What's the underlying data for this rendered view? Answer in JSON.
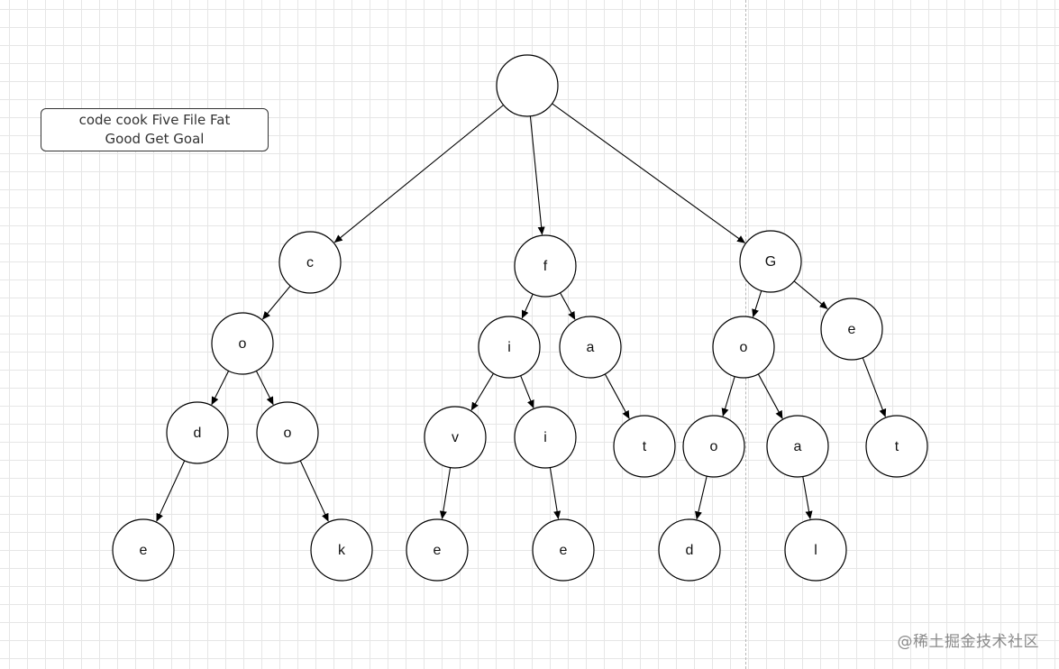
{
  "note": {
    "lines": [
      "code cook Five File Fat",
      "Good Get Goal"
    ]
  },
  "tree": {
    "nodes": [
      {
        "id": "root",
        "label": ""
      },
      {
        "id": "c",
        "label": "c"
      },
      {
        "id": "f",
        "label": "f"
      },
      {
        "id": "G",
        "label": "G"
      },
      {
        "id": "c-o",
        "label": "o"
      },
      {
        "id": "c-o-d",
        "label": "d"
      },
      {
        "id": "c-o-o",
        "label": "o"
      },
      {
        "id": "c-o-d-e",
        "label": "e"
      },
      {
        "id": "c-o-o-k",
        "label": "k"
      },
      {
        "id": "f-i",
        "label": "i"
      },
      {
        "id": "f-a",
        "label": "a"
      },
      {
        "id": "f-i-v",
        "label": "v"
      },
      {
        "id": "f-i-l",
        "label": "i"
      },
      {
        "id": "f-a-t",
        "label": "t"
      },
      {
        "id": "f-i-v-e",
        "label": "e"
      },
      {
        "id": "f-i-l-e",
        "label": "e"
      },
      {
        "id": "G-o",
        "label": "o"
      },
      {
        "id": "G-e",
        "label": "e"
      },
      {
        "id": "G-o-o",
        "label": "o"
      },
      {
        "id": "G-o-a",
        "label": "a"
      },
      {
        "id": "G-e-t",
        "label": "t"
      },
      {
        "id": "G-o-o-d",
        "label": "d"
      },
      {
        "id": "G-o-a-l",
        "label": "l"
      }
    ],
    "edges": [
      [
        "root",
        "c"
      ],
      [
        "root",
        "f"
      ],
      [
        "root",
        "G"
      ],
      [
        "c",
        "c-o"
      ],
      [
        "c-o",
        "c-o-d"
      ],
      [
        "c-o",
        "c-o-o"
      ],
      [
        "c-o-d",
        "c-o-d-e"
      ],
      [
        "c-o-o",
        "c-o-o-k"
      ],
      [
        "f",
        "f-i"
      ],
      [
        "f",
        "f-a"
      ],
      [
        "f-i",
        "f-i-v"
      ],
      [
        "f-i",
        "f-i-l"
      ],
      [
        "f-a",
        "f-a-t"
      ],
      [
        "f-i-v",
        "f-i-v-e"
      ],
      [
        "f-i-l",
        "f-i-l-e"
      ],
      [
        "G",
        "G-o"
      ],
      [
        "G",
        "G-e"
      ],
      [
        "G-o",
        "G-o-o"
      ],
      [
        "G-o",
        "G-o-a"
      ],
      [
        "G-e",
        "G-e-t"
      ],
      [
        "G-o-o",
        "G-o-o-d"
      ],
      [
        "G-o-a",
        "G-o-a-l"
      ]
    ]
  },
  "watermark": "@稀土掘金技术社区"
}
